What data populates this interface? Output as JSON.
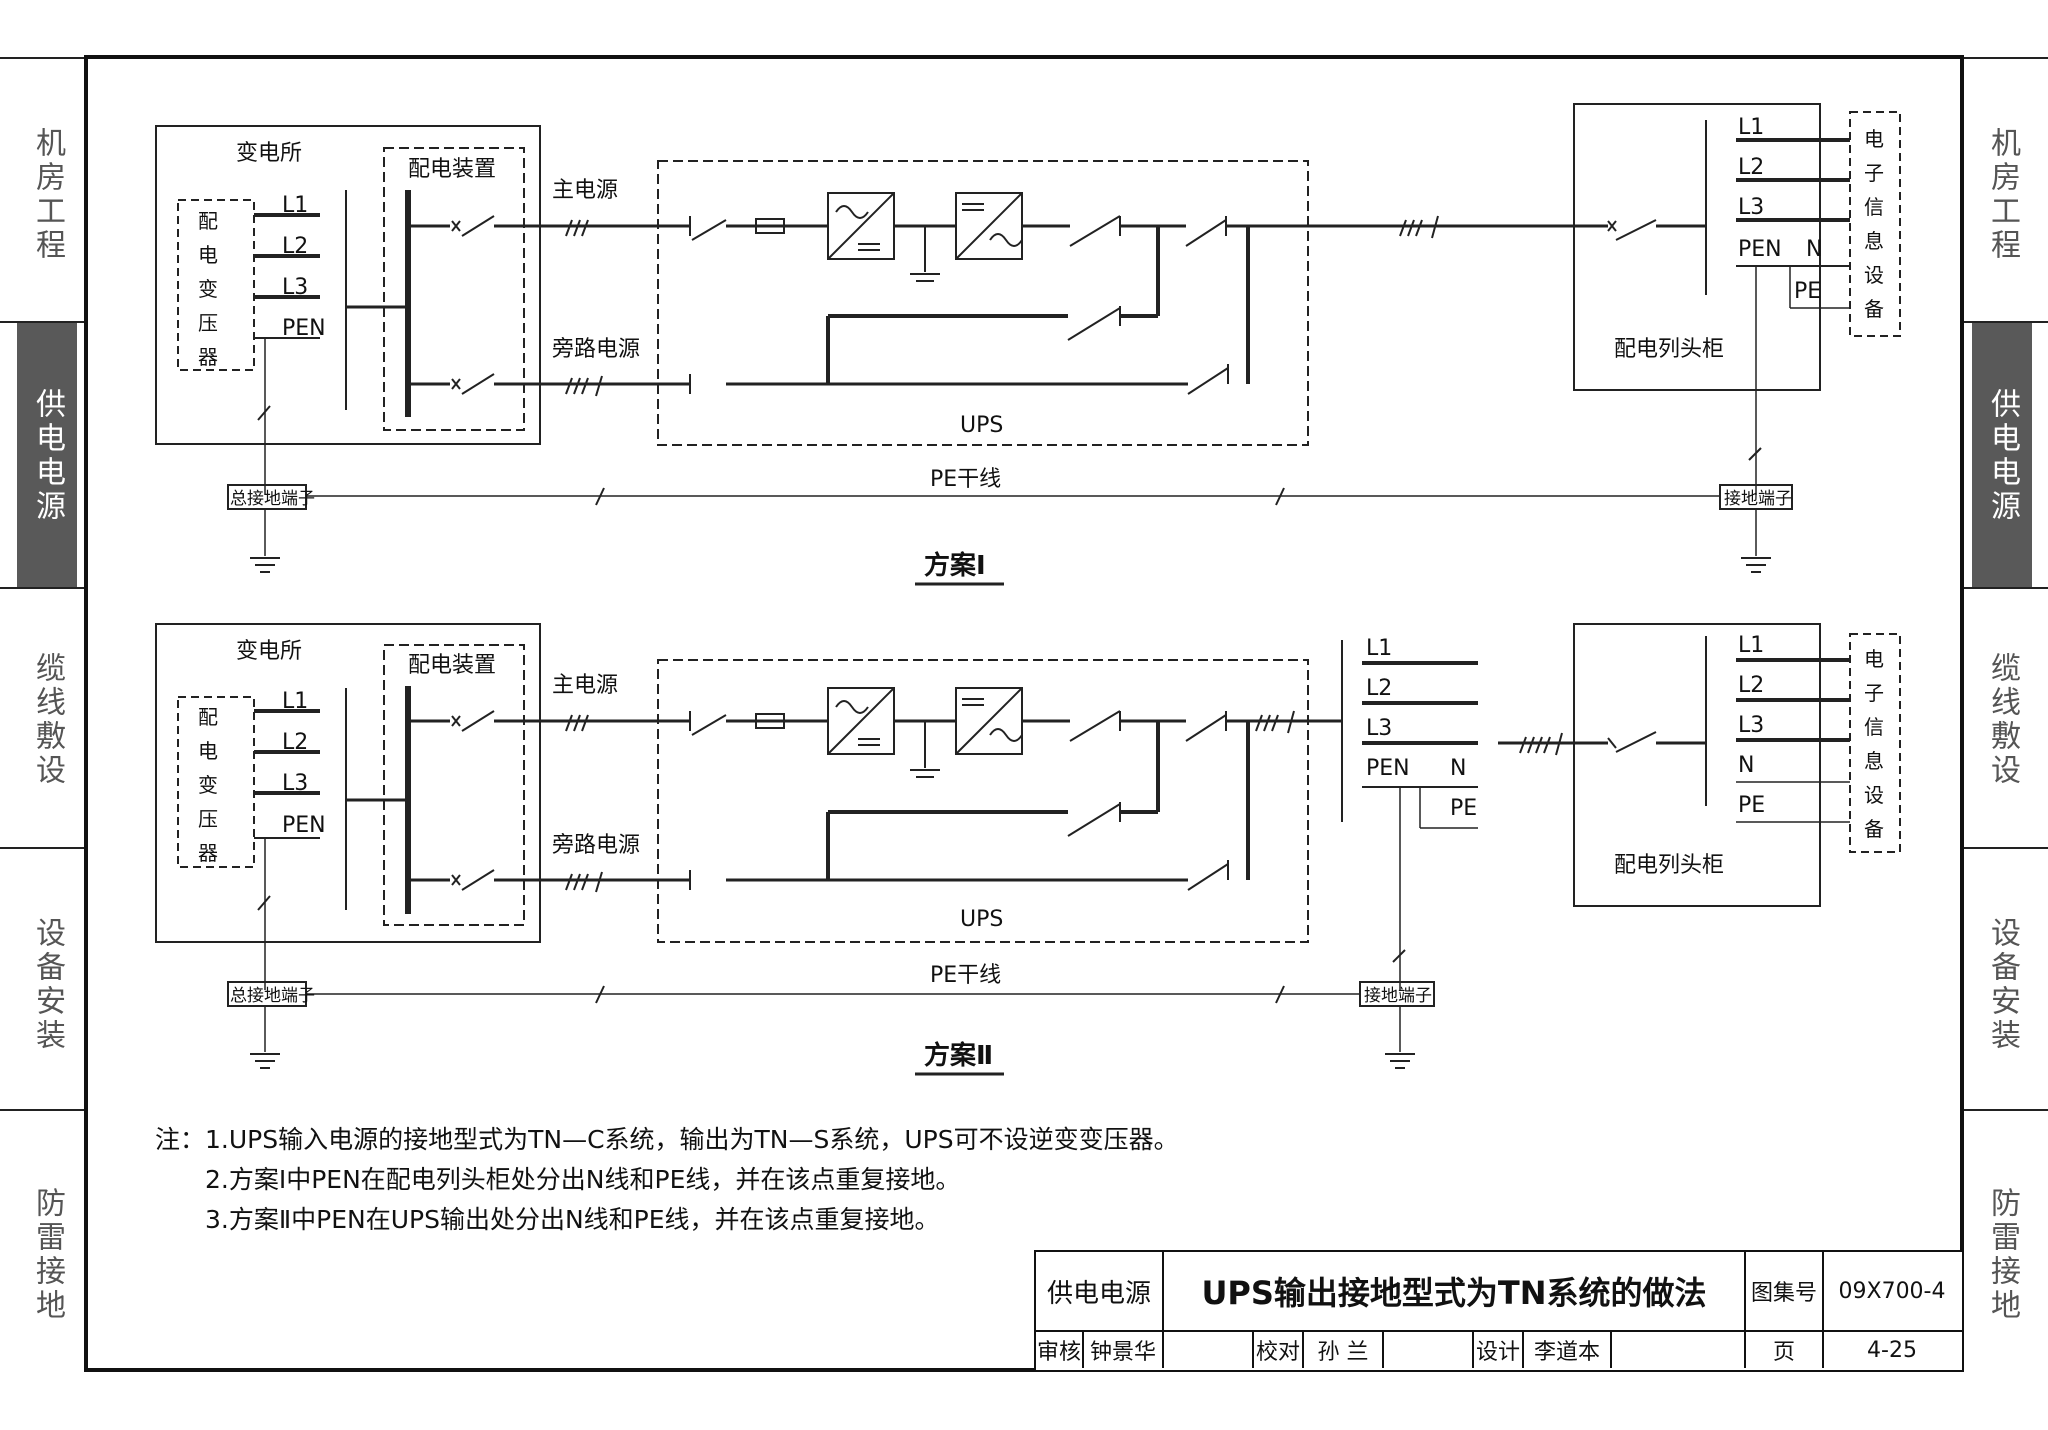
{
  "side_tabs": [
    "机房工程",
    "供电电源",
    "缆线敷设",
    "设备安装",
    "防雷接地"
  ],
  "active_tab": "供电电源",
  "scheme1": {
    "substation": "变电所",
    "switchgear": "配电装置",
    "transformer": "配电变压器",
    "lines": [
      "L1",
      "L2",
      "L3",
      "PEN"
    ],
    "main_power": "主电源",
    "bypass_power": "旁路电源",
    "ups": "UPS",
    "pe_trunk": "PE干线",
    "main_earth_terminal": "总接地端子",
    "earth_terminal": "接地端子",
    "cabinet": "配电列头柜",
    "cabinet_lines": [
      "L1",
      "L2",
      "L3",
      "PEN",
      "N",
      "PE"
    ],
    "equipment": "电子信息设备",
    "caption": "方案Ⅰ"
  },
  "scheme2": {
    "substation": "变电所",
    "switchgear": "配电装置",
    "transformer": "配电变压器",
    "lines": [
      "L1",
      "L2",
      "L3",
      "PEN"
    ],
    "main_power": "主电源",
    "bypass_power": "旁路电源",
    "ups": "UPS",
    "ups_out_lines": [
      "L1",
      "L2",
      "L3",
      "PEN",
      "N",
      "PE"
    ],
    "pe_trunk": "PE干线",
    "main_earth_terminal": "总接地端子",
    "earth_terminal": "接地端子",
    "cabinet": "配电列头柜",
    "cabinet_lines": [
      "L1",
      "L2",
      "L3",
      "N",
      "PE"
    ],
    "equipment": "电子信息设备",
    "caption": "方案Ⅱ"
  },
  "notes": [
    "注：1.UPS输入电源的接地型式为TN—C系统，输出为TN—S系统，UPS可不设逆变变压器。",
    "2.方案Ⅰ中PEN在配电列头柜处分出N线和PE线，并在该点重复接地。",
    "3.方案Ⅱ中PEN在UPS输出处分出N线和PE线，并在该点重复接地。"
  ],
  "title_block": {
    "category": "供电电源",
    "title": "UPS输出接地型式为TN系统的做法",
    "atlas_label": "图集号",
    "atlas_no": "09X700-4",
    "review_label": "审核",
    "reviewer": "钟景华",
    "check_label": "校对",
    "checker": "孙 兰",
    "design_label": "设计",
    "designer": "李道本",
    "page_label": "页",
    "page_no": "4-25"
  }
}
